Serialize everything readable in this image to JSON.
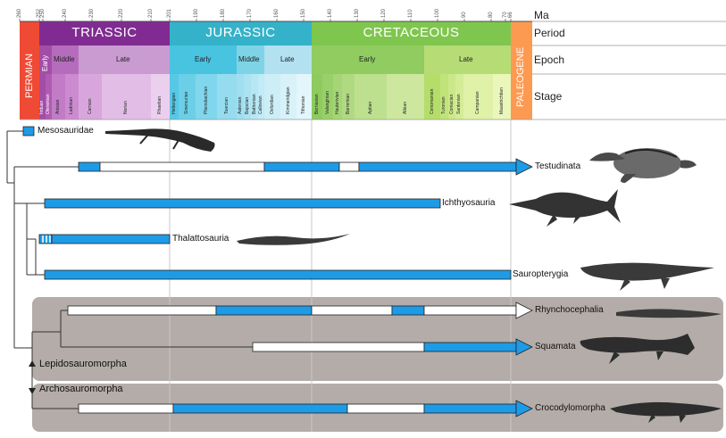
{
  "ticks": [
    "260",
    "252",
    "250",
    "240",
    "230",
    "220",
    "210",
    "201",
    "190",
    "180",
    "170",
    "160",
    "150",
    "140",
    "130",
    "120",
    "110",
    "100",
    "90",
    "80",
    "70",
    "66"
  ],
  "header_labels": {
    "ma": "Ma",
    "period": "Period",
    "epoch": "Epoch",
    "stage": "Stage"
  },
  "periods": [
    {
      "name": "PERMIAN",
      "color": "#ef4a35"
    },
    {
      "name": "TRIASSIC",
      "color": "#812b92"
    },
    {
      "name": "JURASSIC",
      "color": "#34b2c9"
    },
    {
      "name": "CRETACEOUS",
      "color": "#7fc64e"
    },
    {
      "name": "PALEOGENE",
      "color": "#fd9a52"
    }
  ],
  "epochs": [
    "Early",
    "Middle",
    "Late",
    "Early",
    "Middle",
    "Late",
    "Early",
    "Late"
  ],
  "stages": [
    "Induan",
    "Olenekian",
    "Anisian",
    "Ladinian",
    "Carnian",
    "Norian",
    "Rhaetian",
    "Hettangian",
    "Sinemurian",
    "Pliensbachian",
    "Toarcian",
    "Aalenian",
    "Bajocian",
    "Bathonian",
    "Callovian",
    "Oxfordian",
    "Kimmeridgian",
    "Tithonian",
    "Berriasian",
    "Valanginian",
    "Hauterivian",
    "Barremian",
    "Aptian",
    "Albian",
    "Cenomanian",
    "Turonian",
    "Coniacian",
    "Santonian",
    "Campanian",
    "Maastrichtian"
  ],
  "taxa": [
    {
      "name": "Mesosauridae",
      "icon": "mesosaur-silhouette-icon"
    },
    {
      "name": "Testudinata",
      "icon": "turtle-silhouette-icon"
    },
    {
      "name": "Ichthyosauria",
      "icon": "ichthyosaur-silhouette-icon"
    },
    {
      "name": "Thalattosauria",
      "icon": "thalattosaur-silhouette-icon"
    },
    {
      "name": "Sauropterygia",
      "icon": "plesiosaur-silhouette-icon"
    },
    {
      "name": "Rhynchocephalia",
      "icon": "rhynchocephalian-silhouette-icon"
    },
    {
      "name": "Squamata",
      "icon": "mosasaur-silhouette-icon"
    },
    {
      "name": "Crocodylomorpha",
      "icon": "crocodylomorph-silhouette-icon"
    }
  ],
  "clades": {
    "lepidosauromorpha": "Lepidosauromorpha",
    "archosauromorpha": "Archosauromorpha"
  },
  "colors": {
    "range_blue": "#1e9be6",
    "clade_shade": "#b0aaa6",
    "ghost_white": "#ffffff"
  }
}
